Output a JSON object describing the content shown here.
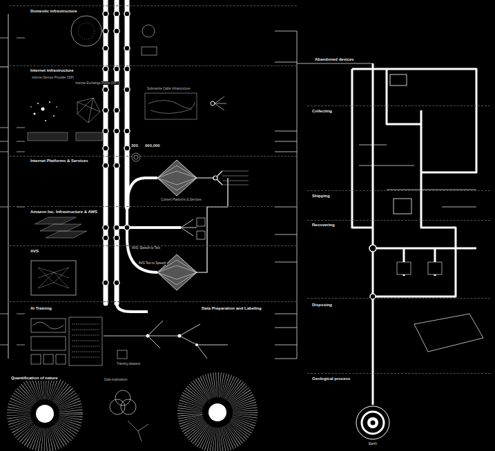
{
  "diagram": {
    "nodes": [
      {
        "text": [
          "Domestic infrastructure"
        ]
      },
      {
        "text": [
          "Internet infrastructure"
        ]
      },
      {
        "text": [
          "Internet Platforms & Services"
        ]
      },
      {
        "text": [
          "Amazon Inc. Infrastructure & AWS"
        ]
      },
      {
        "text": [
          "AVS"
        ]
      },
      {
        "text": [
          "AI Training"
        ]
      },
      {
        "text": [
          "Data Preparation and Labeling"
        ]
      },
      {
        "text": [
          "Collecting"
        ]
      },
      {
        "text": [
          "Shipping"
        ]
      },
      {
        "text": [
          "Recovering"
        ]
      },
      {
        "text": [
          "Disposing"
        ]
      },
      {
        "text": [
          "Geological process"
        ]
      },
      {
        "text": [
          "Earth"
        ],
        "in": 11
      }
    ],
    "edges": [
      {
        "from": 10,
        "to": 12,
        "arrow": "none"
      }
    ],
    "labels": [
      "Abandoned devices",
      "Internet Service Provider (ISP)",
      "Internet Exchange Points (IXP)",
      "Submarine Cable Infrastructure",
      "300",
      "900,000",
      "Content Platforms & Services",
      "AVS: Speech to Text",
      "AVS Text to Speech",
      "Training datasets",
      "Quantification of nature",
      "Data exploitation"
    ]
  }
}
